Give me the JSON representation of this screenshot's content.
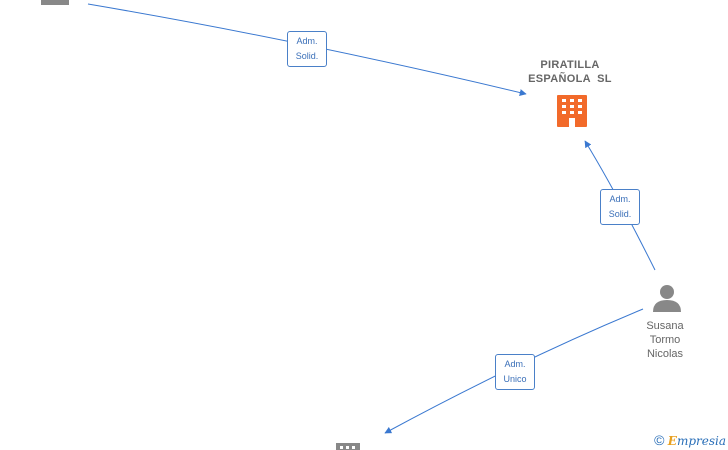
{
  "nodes": {
    "company": {
      "name_line1": "PIRATILLA",
      "name_line2": "ESPAÑOLA  SL",
      "icon": "building-icon",
      "color": "#f26a2a"
    },
    "person": {
      "name_line1": "Susana",
      "name_line2": "Tormo",
      "name_line3": "Nicolas",
      "icon": "person-icon",
      "color": "#888888"
    }
  },
  "edges": {
    "top": {
      "line1": "Adm.",
      "line2": "Solid."
    },
    "right": {
      "line1": "Adm.",
      "line2": "Solid."
    },
    "bottom": {
      "line1": "Adm.",
      "line2": "Unico"
    }
  },
  "watermark": {
    "copyright": "©",
    "brand_initial": "E",
    "brand_rest": "mpresia"
  },
  "colors": {
    "edge": "#3a78d0",
    "company": "#f26a2a",
    "person": "#888888"
  }
}
